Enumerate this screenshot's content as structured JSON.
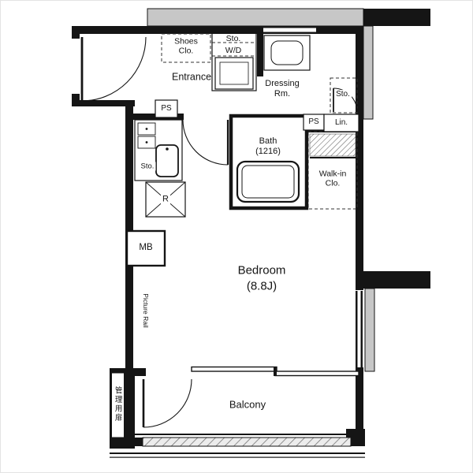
{
  "plan": {
    "entrance": "Entrance",
    "shoes_closet_1": "Shoes",
    "shoes_closet_2": "Clo.",
    "storage_top": "Sto.",
    "washer_dryer": "W/D",
    "dressing_1": "Dressing",
    "dressing_2": "Rm.",
    "storage_upper_right": "Sto.",
    "pipe_space_left": "PS",
    "pipe_space_right": "PS",
    "linen": "Lin.",
    "bath_1": "Bath",
    "bath_2": "(1216)",
    "walk_in_1": "Walk-in",
    "walk_in_2": "Clo.",
    "storage_kitchen": "Sto.",
    "refrigerator": "R",
    "meter_box": "MB",
    "bedroom_1": "Bedroom",
    "bedroom_2": "(8.8J)",
    "picture_rail": "Picture Rail",
    "balcony": "Balcony",
    "service_door": "管理用扉"
  },
  "colors": {
    "wall": "#151515",
    "neighbor_gray": "#c7c7c7"
  }
}
